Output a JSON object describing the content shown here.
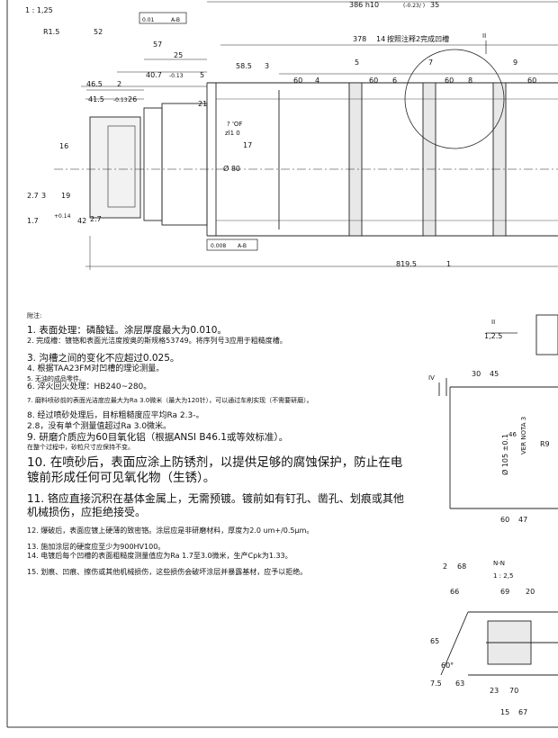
{
  "drawing": {
    "main_scale": "1 : 1,25",
    "length_386": "386 h10",
    "tol_386": "(-0.23/ )",
    "bal_35": "35",
    "length_378": "378",
    "bal_14": "14",
    "note_groove_ref": "按照注释2完成凹槽",
    "r15": "R1.5",
    "bal_52": "52",
    "dim_57": "57",
    "bal_25": "25",
    "dim_58_5": "58.5",
    "bal_3": "3",
    "dim_40_7": "40.7",
    "tol_40_7": "-0.13",
    "dim_5a": "5",
    "dim_46_5": "46.5",
    "bal_2": "2",
    "dim_41_5": "41.5",
    "tol_41_5": "-0.13",
    "dim_26": "26",
    "bal_21": "21",
    "label_q": "? 'OF",
    "label_zl": "zl1 0",
    "dia_80": "Ø 80",
    "bal_17": "17",
    "dim_60": "60",
    "bal_4": "4",
    "bal_6": "6",
    "bal_8": "8",
    "bal_5": "5",
    "bal_7": "7",
    "bal_9": "9",
    "dim_2_7": "2.7",
    "dim_1_7": "1.7",
    "bal_3b": "3",
    "bal_19": "19",
    "bal_42": "42",
    "tol_014": "+0.14",
    "bal_16": "16",
    "dim_819_5": "819.5",
    "bal_1": "1",
    "tol_box1": "0.01",
    "tol_box2": "0.008",
    "datum_ab": "A-B",
    "roman_2": "II",
    "section_scale": "1,2.5",
    "roman_4": "IV",
    "dim_30": "30",
    "bal_45": "45",
    "bal_46": "46",
    "dia_105": "Ø 105 ±0.1",
    "ver_nota": "VER NOTA 3",
    "r9": "R9",
    "bal_47": "47",
    "nn_label": "N-N",
    "nn_scale": "1 : 2,5",
    "bal_68": "68",
    "bal_69": "69",
    "dim_20": "20",
    "bal_66": "66",
    "dim_60deg": "60°",
    "dim_7_5": "7.5",
    "bal_63": "63",
    "bal_65": "65",
    "dim_23": "23",
    "bal_70": "70",
    "dim_15": "15",
    "bal_67": "67"
  },
  "notes": {
    "heading": "附注:",
    "items": [
      "1. 表面处理：磷酸锰。涂层厚度最大为0.010。",
      "2. 完成槽：镀铬和表面光洁度按奥的斯规格53749。将序列号3应用于粗糙度槽。",
      "3. 沟槽之间的变化不应超过0.025。",
      "4. 根据TAA23FM对凹槽的理论测量。",
      "5. 无油的成品零件。",
      "6. 淬火回火处理：HB240~280。",
      "7. 磨料喷砂前的表面光洁度应最大为Ra 3.0微米（最大为120针），可以通过车削实现（不需要研磨）。",
      "8. 经过喷砂处理后，目标粗糙度应平均Ra 2.3-。",
      "2.8，没有单个测量值超过Ra 3.0微米。",
      "9. 研磨介质应为60目氧化铝（根据ANSI B46.1或等效标准）。",
      "在整个过程中，砂粒尺寸应保持不变。",
      "10. 在喷砂后，表面应涂上防锈剂，以提供足够的腐蚀保护，防止在电镀前形成任何可见氧化物（生锈）。",
      "11. 铬应直接沉积在基体金属上，无需预镀。镀前如有钉孔、凿孔、划痕或其他机械损伤，应拒绝接受。",
      "12. 爆破后，表面应镀上硬薄的致密铬。涂层应是非研磨材料，厚度为2.0 um+/0.5µm。",
      "13. 施加涂层的硬度应至少为900HV100。",
      "14. 电镀后每个凹槽的表面粗糙度测量值应为Ra 1.7至3.0微米，生产Cpk为1.33。",
      "15. 划痕、凹痕、擦伤或其他机械损伤，这些损伤会破坏涂层并暴露基材，应予以拒绝。"
    ]
  }
}
